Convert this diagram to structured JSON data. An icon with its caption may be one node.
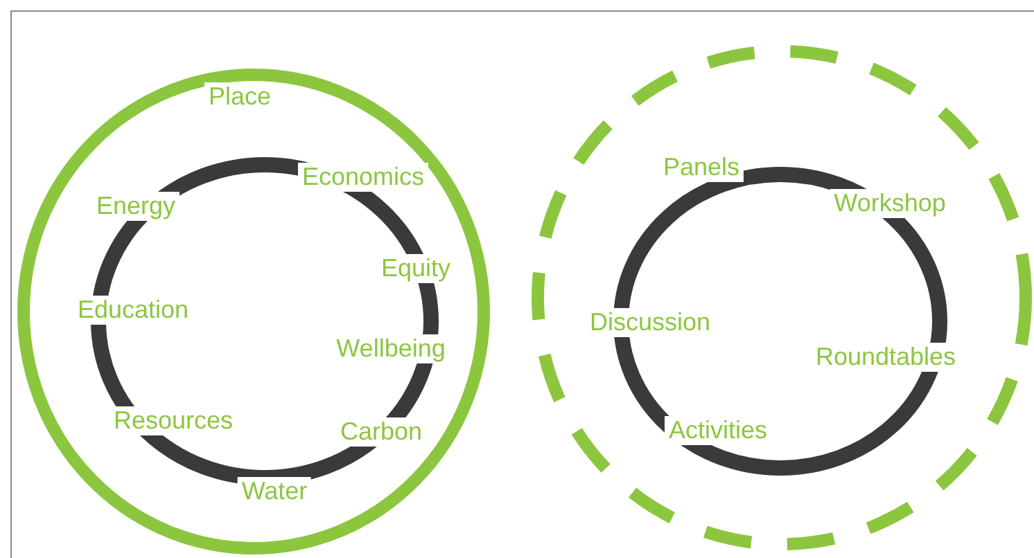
{
  "diagram": {
    "labels": [
      "Place",
      "Panels",
      "Economics",
      "Workshop",
      "Energy",
      "Equity",
      "Education",
      "Discussion",
      "Wellbeing",
      "Roundtables",
      "Resources",
      "Carbon",
      "Activities",
      "Water"
    ]
  }
}
